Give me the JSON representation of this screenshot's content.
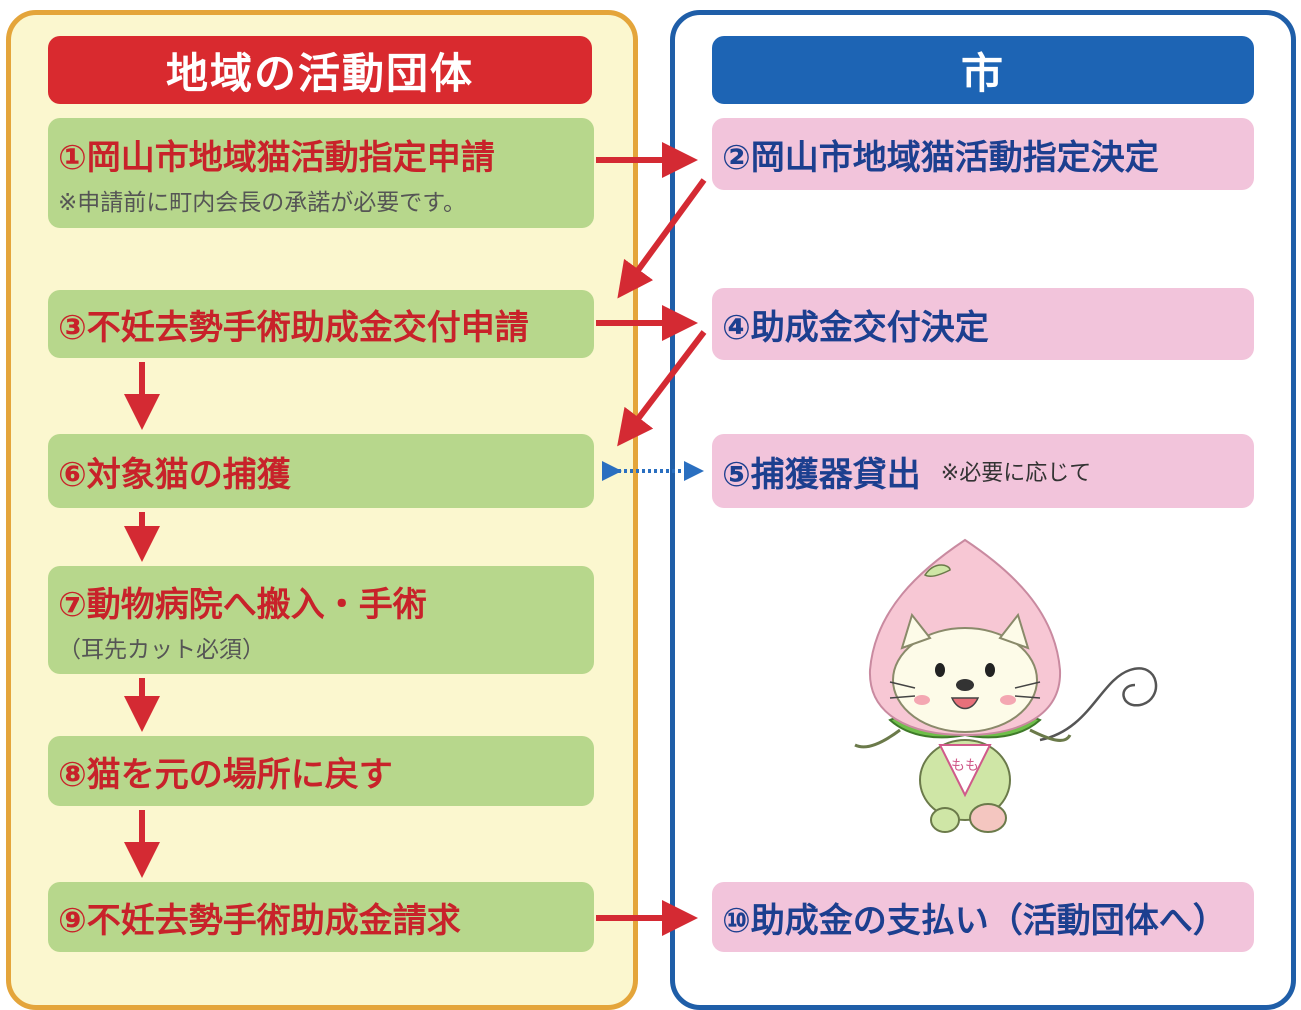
{
  "left_panel": {
    "title": "地域の活動団体"
  },
  "right_panel": {
    "title": "市"
  },
  "steps": {
    "s1": {
      "label": "①岡山市地域猫活動指定申請",
      "note": "※申請前に町内会長の承諾が必要です。"
    },
    "s2": {
      "label": "②岡山市地域猫活動指定決定"
    },
    "s3": {
      "label": "③不妊去勢手術助成金交付申請"
    },
    "s4": {
      "label": "④助成金交付決定"
    },
    "s5": {
      "label": "⑤捕獲器貸出",
      "note": "※必要に応じて"
    },
    "s6": {
      "label": "⑥対象猫の捕獲"
    },
    "s7": {
      "label": "⑦動物病院へ搬入・手術",
      "note": "（耳先カット必須）"
    },
    "s8": {
      "label": "⑧猫を元の場所に戻す"
    },
    "s9": {
      "label": "⑨不妊去勢手術助成金請求"
    },
    "s10": {
      "label": "⑩助成金の支払い（活動団体へ）"
    }
  },
  "mascot": {
    "bib_text": "もも"
  },
  "colors": {
    "left_border": "#e4a53b",
    "left_bg": "#fbf7cf",
    "left_header": "#d92a2f",
    "right_border": "#1f5ea8",
    "right_header": "#1d64b4",
    "green_box": "#b7d78c",
    "pink_box": "#f2c4db",
    "arrow_red": "#d42a33",
    "arrow_blue": "#2a6fc0"
  }
}
